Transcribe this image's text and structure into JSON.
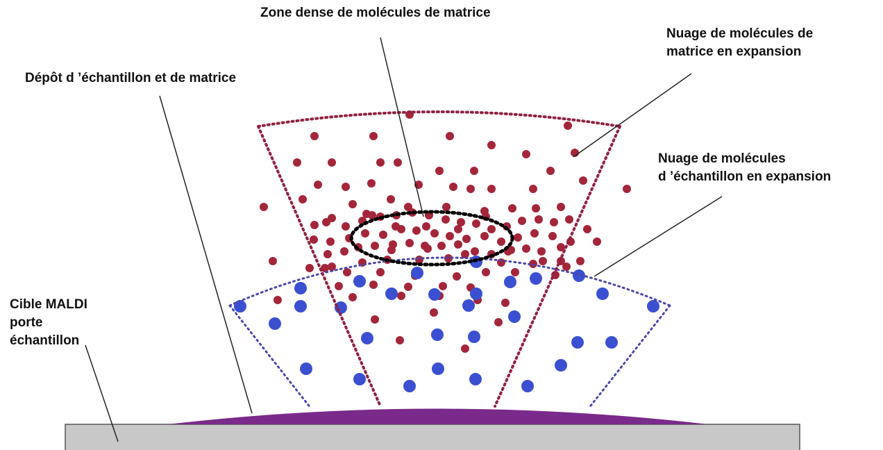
{
  "labels": {
    "dense_zone": "Zone dense de molécules de matrice",
    "matrix_cloud": [
      "Nuage de molécules de",
      "matrice en expansion"
    ],
    "deposit": "Dépôt d ’échantillon et de matrice",
    "sample_cloud": [
      "Nuage de molécules",
      "d ’échantillon en expansion"
    ],
    "target": [
      "Cible MALDI",
      "porte",
      "échantillon"
    ]
  },
  "colors": {
    "matrix_molecule": "#a3263a",
    "sample_molecule": "#3a50d0",
    "matrix_cloud_outline": "#8e2342",
    "sample_cloud_outline": "#4848a8",
    "dense_zone_outline": "#000000",
    "deposit": "#7a2a8a",
    "target_plate": "#c8c8c8",
    "target_border": "#555555",
    "leader_line": "#222222"
  },
  "icons": {
    "matrix_molecule": "small-dark-red-dot",
    "sample_molecule": "blue-dot"
  }
}
